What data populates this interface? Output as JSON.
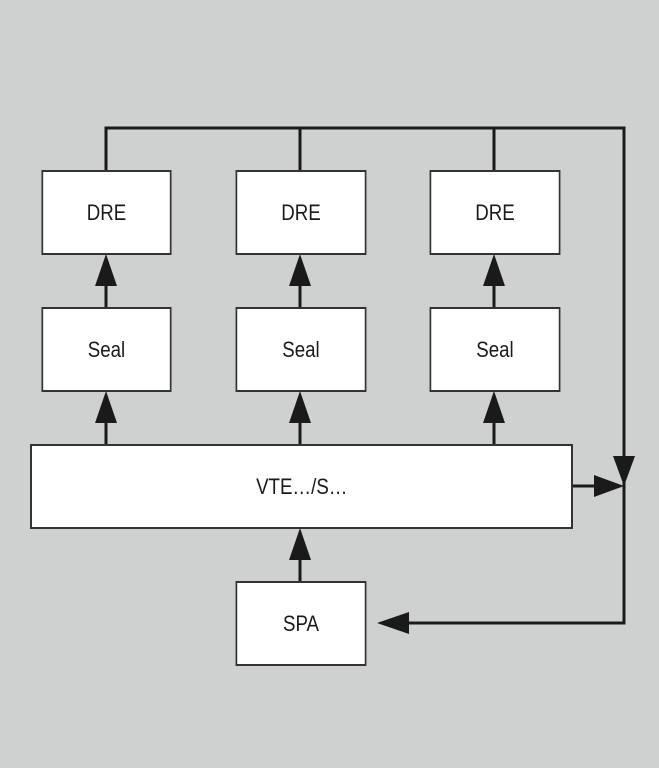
{
  "diagram": {
    "dre_boxes": [
      {
        "label": "DRE"
      },
      {
        "label": "DRE"
      },
      {
        "label": "DRE"
      }
    ],
    "seal_boxes": [
      {
        "label": "Seal"
      },
      {
        "label": "Seal"
      },
      {
        "label": "Seal"
      }
    ],
    "vte_box": {
      "label": "VTE…/S…"
    },
    "spa_box": {
      "label": "SPA"
    },
    "colors": {
      "background": "#cfd1d0",
      "line": "#1a1a1a",
      "box": "#ffffff"
    }
  }
}
